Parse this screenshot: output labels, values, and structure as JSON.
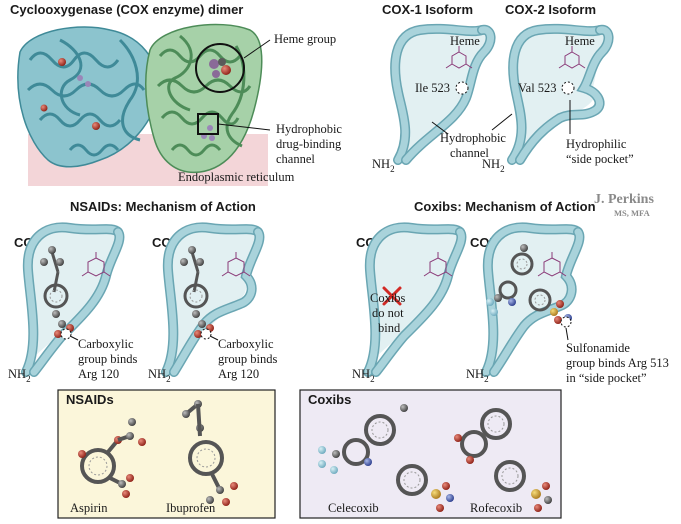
{
  "top_left": {
    "title": "Cyclooxygenase (COX enzyme) dimer",
    "callout_heme": "Heme group",
    "callout_channel": [
      "Hydrophobic",
      "drug-binding",
      "channel"
    ],
    "er_label": "Endoplasmic reticulum"
  },
  "top_right": {
    "cox1_title": "COX-1 Isoform",
    "cox2_title": "COX-2 Isoform",
    "heme1": "Heme",
    "heme2": "Heme",
    "ile": "Ile 523",
    "val": "Val 523",
    "hydrophobic": [
      "Hydrophobic",
      "channel"
    ],
    "hydrophilic": [
      "Hydrophilic",
      "“side pocket”"
    ],
    "nh2": "NH",
    "nh2_sub": "2"
  },
  "signature": {
    "name": "J. Perkins",
    "creds": "MS, MFA"
  },
  "nsaids": {
    "title": "NSAIDs: Mechanism of Action",
    "cox1": "COX-1",
    "cox2": "COX-2",
    "note1": [
      "Carboxylic",
      "group binds",
      "Arg 120"
    ],
    "note2": [
      "Carboxylic",
      "group binds",
      "Arg 120"
    ]
  },
  "coxibs": {
    "title": "Coxibs: Mechanism of Action",
    "cox1": "COX-1",
    "cox2": "COX-2",
    "note1": [
      "Coxibs",
      "do not",
      "bind"
    ],
    "note2": [
      "Sulfonamide",
      "group binds Arg 513",
      "in “side pocket”"
    ]
  },
  "box_nsaids": {
    "title": "NSAIDs",
    "drug1": "Aspirin",
    "drug2": "Ibuprofen"
  },
  "box_coxibs": {
    "title": "Coxibs",
    "drug1": "Celecoxib",
    "drug2": "Rofecoxib"
  },
  "colors": {
    "channel_stroke": "#6aa6b3",
    "channel_fill": "#a9d3db",
    "channel_inside": "#e2f0f2",
    "er_fill": "#f3d5d8",
    "protein_blue": "#5aa3b1",
    "protein_green": "#6fae7a",
    "box_nsaid_bg": "#fbf6da",
    "box_coxib_bg": "#eeeaf4",
    "red_x": "#d22a25",
    "signature": "#8a8a8a"
  }
}
